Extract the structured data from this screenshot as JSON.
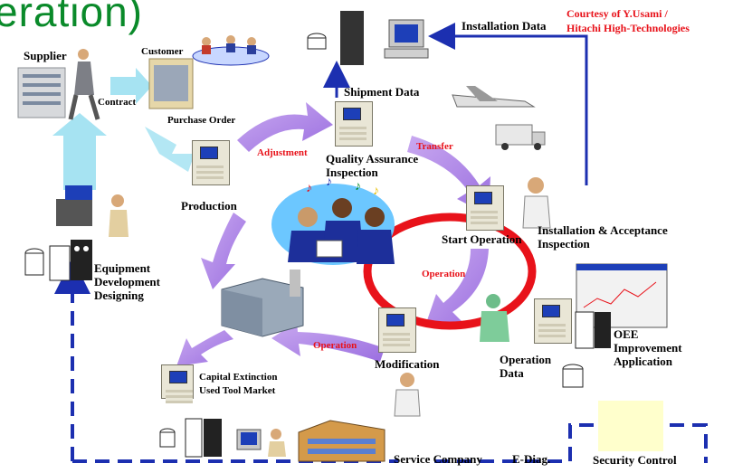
{
  "title_fragment": "eration)",
  "courtesy": [
    "Courtesy of Y.Usami /",
    "Hitachi High-Technologies"
  ],
  "labels": {
    "supplier": "Supplier",
    "customer": "Customer",
    "contract": "Contract",
    "purchase_order": "Purchase Order",
    "adjustment": "Adjustment",
    "shipment_data": "Shipment Data",
    "installation_data": "Installation Data",
    "quality": [
      "Quality Assurance",
      "Inspection"
    ],
    "transfer": "Transfer",
    "production": "Production",
    "start_operation": "Start Operation",
    "installation_acceptance": [
      "Installation & Acceptance",
      "Inspection"
    ],
    "equipment": [
      "Equipment",
      "Development",
      "Designing"
    ],
    "operation_circle": "Operation",
    "operation_arrow": "Operation",
    "modification": "Modification",
    "operation_data": [
      "Operation",
      "Data"
    ],
    "oee": [
      "OEE",
      "Improvement",
      "Application"
    ],
    "capital": [
      "Capital Extinction",
      "Used Tool Market"
    ],
    "service_company": "Service Company",
    "e_diag": "E-Diag.",
    "security_control": "Security Control"
  },
  "colors": {
    "title_green": "#0a8a2a",
    "red": "#e8121a",
    "navy_dashed": "#1c2fb0",
    "cycle_arrow": "#b48ae6",
    "cyan_arrow": "#a6e3f2"
  },
  "icons": [
    "building-icon",
    "businessman-icon",
    "meeting-icon",
    "server-icon",
    "computer-icon",
    "airplane-icon",
    "truck-icon",
    "machine-icon",
    "engineer-icon",
    "team-icon",
    "factory-icon",
    "database-icon",
    "window-icon"
  ]
}
